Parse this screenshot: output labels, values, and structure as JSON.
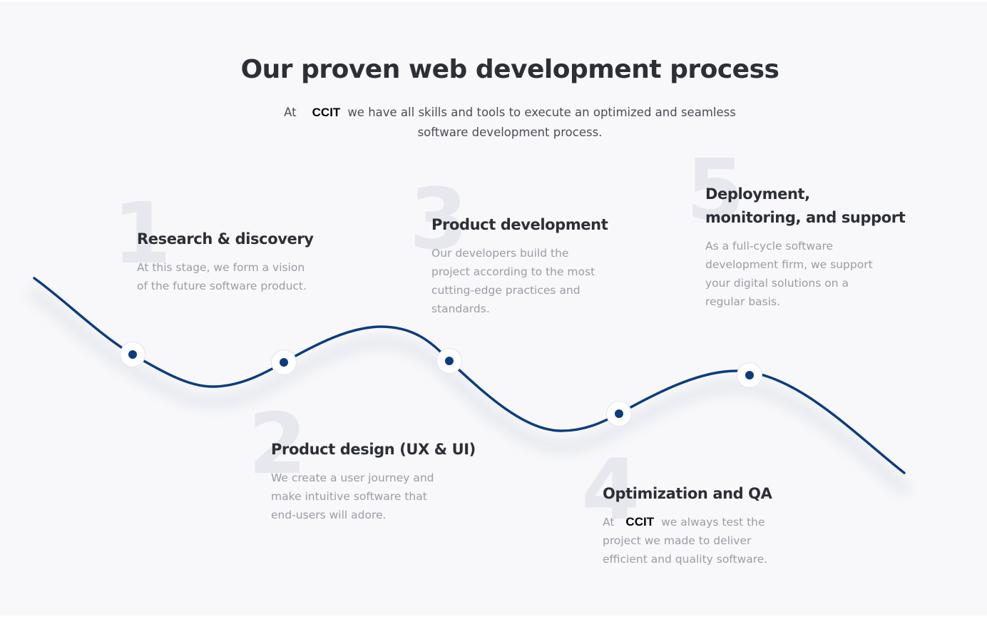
{
  "header": {
    "title": "Our proven web development process",
    "subtitle_before": "At",
    "brand": "CCIT",
    "subtitle_line1_after": "we have all skills and tools to execute an optimized and seamless",
    "subtitle_line2": "software development process."
  },
  "steps": [
    {
      "number": "1",
      "title": "Research & discovery",
      "desc_line1": "At this stage, we form a vision",
      "desc_line2": "of the future software product."
    },
    {
      "number": "2",
      "title": "Product design (UX & UI)",
      "desc_line1": "We create a user journey and",
      "desc_line2": "make intuitive software that",
      "desc_line3": "end-users will adore."
    },
    {
      "number": "3",
      "title": "Product development",
      "desc_line1": "Our developers build the",
      "desc_line2": "project according to the most",
      "desc_line3": "cutting-edge practices and",
      "desc_line4": "standards."
    },
    {
      "number": "4",
      "title": "Optimization and QA",
      "desc_before": "At",
      "brand": "CCIT",
      "desc_line1_after": "we always test the",
      "desc_line2": "project we made to deliver",
      "desc_line3": "efficient and quality software."
    },
    {
      "number": "5",
      "title_line1": "Deployment,",
      "title_line2": "monitoring, and support",
      "desc_line1": "As a full-cycle software",
      "desc_line2": "development firm, we support",
      "desc_line3": "your digital solutions on a",
      "desc_line4": "regular basis."
    }
  ],
  "colors": {
    "background": "#f8f8fa",
    "curve": "#0d3c7e",
    "heading": "#2c2f36",
    "body_text": "#9a9ca6",
    "number_watermark": "#e6e8ee"
  }
}
